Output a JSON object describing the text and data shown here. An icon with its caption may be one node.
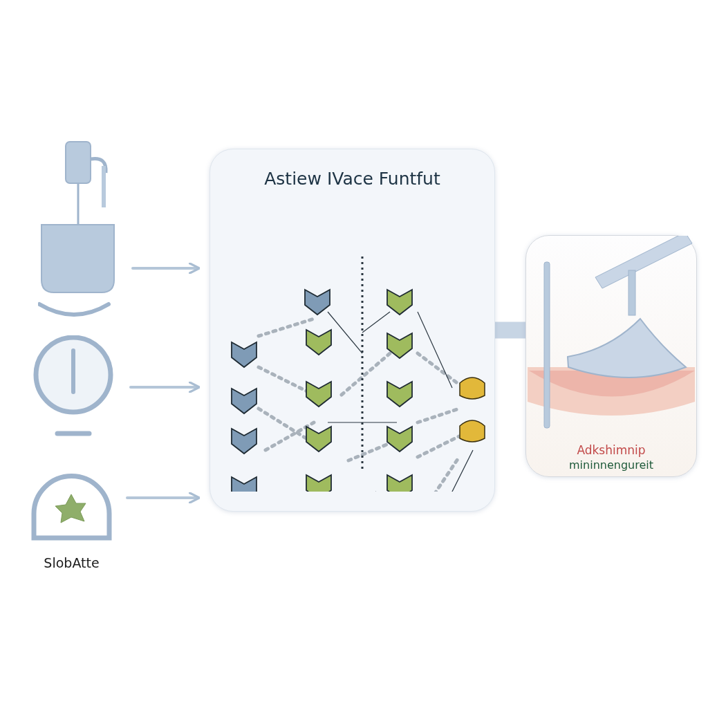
{
  "diagram": {
    "nodes": [
      {
        "text": [
          "Astiew IVace Funtfut"
        ]
      },
      {
        "text": [],
        "shape": "picture"
      },
      {
        "text": [],
        "shape": "picture"
      },
      {
        "text": [],
        "shape": "picture",
        "beside": [
          "SlobAtte"
        ]
      },
      {
        "text": [
          "Adkshimnip",
          "mininnengureit"
        ]
      }
    ],
    "edges": [
      {
        "from": 1,
        "to": 0,
        "arrow": "to"
      },
      {
        "from": 2,
        "to": 0,
        "arrow": "to"
      },
      {
        "from": 3,
        "to": 0,
        "arrow": "to"
      },
      {
        "from": 0,
        "to": 4,
        "arrow": "none",
        "style": "thick"
      }
    ]
  }
}
